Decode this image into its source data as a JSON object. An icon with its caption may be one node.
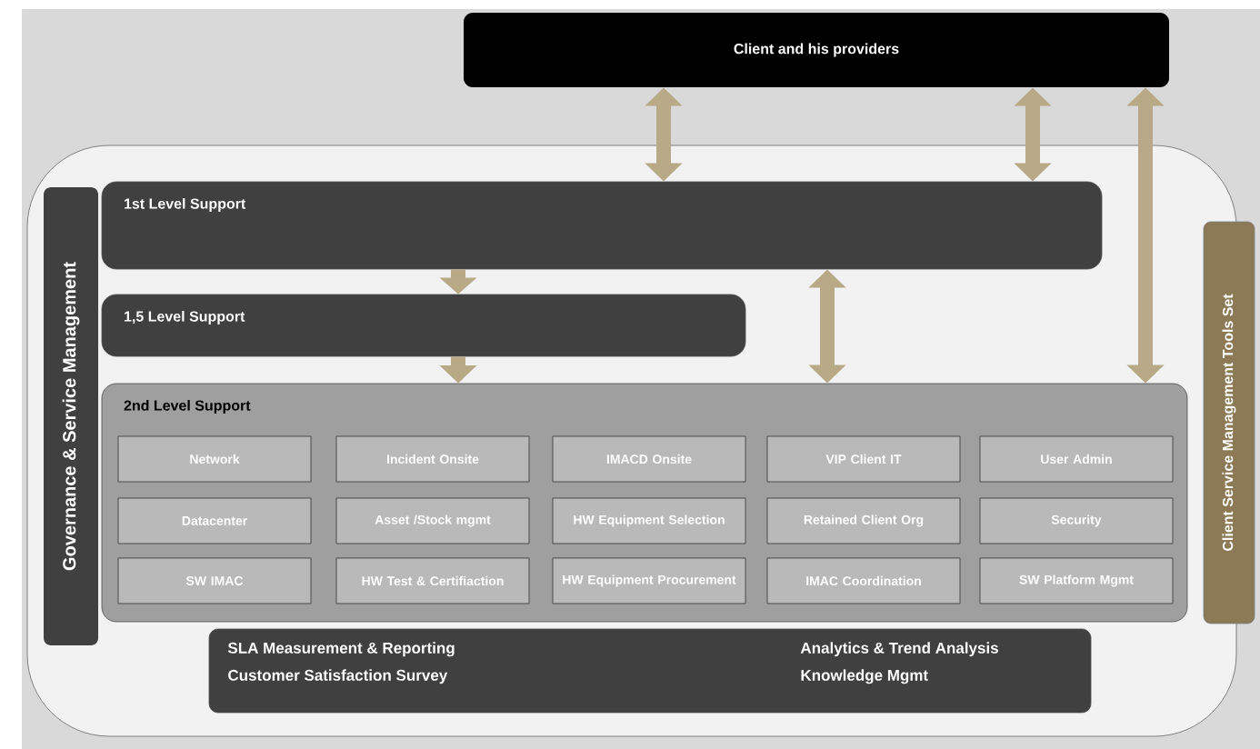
{
  "diagram": {
    "nodes": [
      {
        "text": [
          "Client and his providers"
        ]
      },
      {
        "text": [
          "Governance & Service Management"
        ]
      },
      {
        "text": [
          "1st Level Support"
        ]
      },
      {
        "text": [
          "1,5 Level Support"
        ]
      },
      {
        "text": [
          "2nd Level Support"
        ]
      },
      {
        "text": [
          "Network"
        ],
        "in": 4
      },
      {
        "text": [
          "Incident Onsite"
        ],
        "in": 4
      },
      {
        "text": [
          "IMACD Onsite"
        ],
        "in": 4
      },
      {
        "text": [
          "VIP Client IT"
        ],
        "in": 4
      },
      {
        "text": [
          "User Admin"
        ],
        "in": 4
      },
      {
        "text": [
          "Datacenter"
        ],
        "in": 4
      },
      {
        "text": [
          "Asset /Stock mgmt"
        ],
        "in": 4
      },
      {
        "text": [
          "HW Equipment Selection"
        ],
        "in": 4
      },
      {
        "text": [
          "Retained Client Org"
        ],
        "in": 4
      },
      {
        "text": [
          "Security"
        ],
        "in": 4
      },
      {
        "text": [
          "SW IMAC"
        ],
        "in": 4
      },
      {
        "text": [
          "HW Test & Certifiaction"
        ],
        "in": 4
      },
      {
        "text": [
          "HW Equipment Procurement"
        ],
        "in": 4
      },
      {
        "text": [
          "IMAC Coordination"
        ],
        "in": 4
      },
      {
        "text": [
          "SW Platform Mgmt"
        ],
        "in": 4
      },
      {
        "text": [
          "Client Service Management Tools Set"
        ]
      },
      {
        "text": [
          "SLA Measurement & Reporting",
          "Customer Satisfaction Survey",
          "Analytics & Trend Analysis",
          "Knowledge Mgmt"
        ]
      }
    ],
    "edges": [
      {
        "from": 0,
        "to": 2,
        "arrow": "both"
      },
      {
        "from": 0,
        "to": 2,
        "arrow": "both"
      },
      {
        "from": 0,
        "to": 4,
        "arrow": "both"
      },
      {
        "from": 2,
        "to": 3,
        "arrow": "to"
      },
      {
        "from": 3,
        "to": 4,
        "arrow": "to"
      },
      {
        "from": 2,
        "to": 4,
        "arrow": "both"
      }
    ]
  }
}
